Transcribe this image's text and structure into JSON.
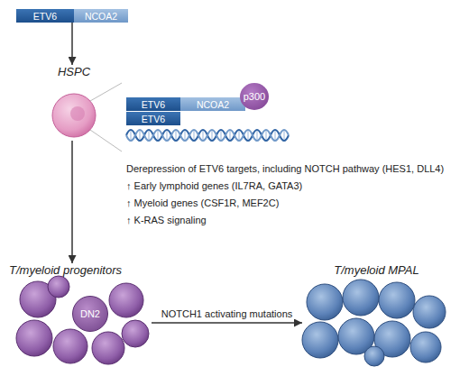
{
  "diagram": {
    "nodes": [
      {
        "text": [
          "ETV6"
        ]
      },
      {
        "text": [
          "NCOA2"
        ]
      },
      {
        "text": [
          "HSPC"
        ]
      },
      {
        "text": [
          "ETV6"
        ]
      },
      {
        "text": [
          "NCOA2"
        ]
      },
      {
        "text": [
          "p300"
        ]
      },
      {
        "text": [
          "ETV6"
        ]
      },
      {
        "text": [
          "T/myeloid progenitors"
        ]
      },
      {
        "text": [
          "DN2"
        ],
        "in": 7
      },
      {
        "text": [
          "T/myeloid MPAL"
        ]
      }
    ],
    "edges": [
      {
        "from": 0,
        "to": 2,
        "arrow": "to"
      },
      {
        "from": 2,
        "to": 7,
        "arrow": "to"
      },
      {
        "from": 7,
        "to": 9,
        "label": "NOTCH1 activating mutations",
        "arrow": "to"
      }
    ],
    "labels": [
      "Derepression of ETV6 targets, including NOTCH pathway (HES1, DLL4)",
      "↑ Early lymphoid genes (IL7RA, GATA3)",
      "↑ Myeloid genes (CSF1R, MEF2C)",
      "↑ K-RAS signaling"
    ]
  }
}
